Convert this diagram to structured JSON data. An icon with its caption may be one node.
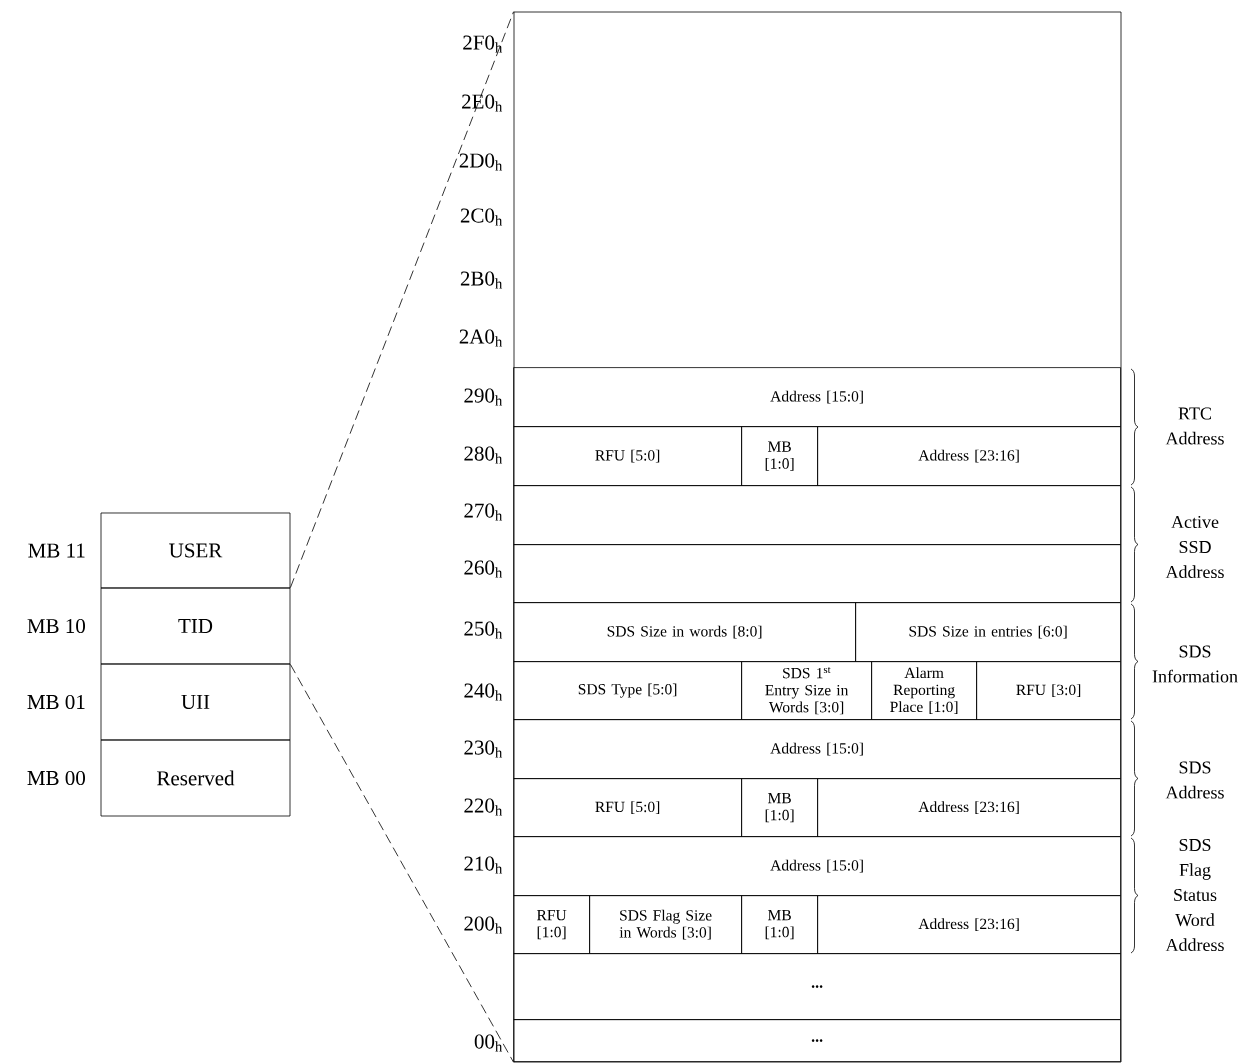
{
  "diagram": {
    "nodes": [
      {
        "text": [
          "USER"
        ],
        "beside": [
          "MB 11"
        ]
      },
      {
        "text": [
          "TID"
        ],
        "beside": [
          "MB 10"
        ]
      },
      {
        "text": [
          "UII"
        ],
        "beside": [
          "MB 01"
        ]
      },
      {
        "text": [
          "Reserved"
        ],
        "beside": [
          "MB 00"
        ]
      },
      {
        "text": [],
        "shape": "box"
      },
      {
        "text": [
          "Address [15:0]"
        ],
        "in": 4
      },
      {
        "text": [
          "RFU [5:0]"
        ],
        "in": 4
      },
      {
        "text": [
          "MB [1:0]"
        ],
        "in": 4
      },
      {
        "text": [
          "Address [23:16]"
        ],
        "in": 4
      },
      {
        "text": [],
        "shape": "box",
        "in": 4
      },
      {
        "text": [],
        "shape": "box",
        "in": 4
      },
      {
        "text": [
          "SDS Size in words [8:0]"
        ],
        "in": 4
      },
      {
        "text": [
          "SDS Size in entries [6:0]"
        ],
        "in": 4
      },
      {
        "text": [
          "SDS Type [5:0]"
        ],
        "in": 4
      },
      {
        "text": [
          "SDS 1$^{st}$ Entry Size in Words [3:0]"
        ],
        "in": 4
      },
      {
        "text": [
          "Alarm Reporting Place [1:0]"
        ],
        "in": 4
      },
      {
        "text": [
          "RFU [3:0]"
        ],
        "in": 4
      },
      {
        "text": [
          "Address [15:0]"
        ],
        "in": 4
      },
      {
        "text": [
          "RFU [5:0]"
        ],
        "in": 4
      },
      {
        "text": [
          "MB [1:0]"
        ],
        "in": 4
      },
      {
        "text": [
          "Address [23:16]"
        ],
        "in": 4
      },
      {
        "text": [
          "Address [15:0]"
        ],
        "in": 4
      },
      {
        "text": [
          "RFU [1:0]"
        ],
        "in": 4
      },
      {
        "text": [
          "SDS Flag Size in Words [3:0]"
        ],
        "in": 4
      },
      {
        "text": [
          "MB [1:0]"
        ],
        "in": 4
      },
      {
        "text": [
          "Address [23:16]"
        ],
        "in": 4
      },
      {
        "text": [
          "..."
        ],
        "in": 4
      },
      {
        "text": [
          "..."
        ],
        "in": 4
      }
    ],
    "edges": [
      {
        "from": 1,
        "to": 4,
        "arrow": "none",
        "style": "dashed"
      },
      {
        "from": 1,
        "to": 4,
        "arrow": "none",
        "style": "dashed"
      }
    ],
    "labels": [
      "2F0$_{h}$",
      "2E0$_{h}$",
      "2D0$_{h}$",
      "2C0$_{h}$",
      "2B0$_{h}$",
      "2A0$_{h}$",
      "290$_{h}$",
      "280$_{h}$",
      "270$_{h}$",
      "260$_{h}$",
      "250$_{h}$",
      "240$_{h}$",
      "230$_{h}$",
      "220$_{h}$",
      "210$_{h}$",
      "200$_{h}$",
      "00$_{h}$",
      "RTC Address",
      "Active SSD Address",
      "SDS Information",
      "SDS Address",
      "SDS Flag Status Word Address"
    ]
  }
}
